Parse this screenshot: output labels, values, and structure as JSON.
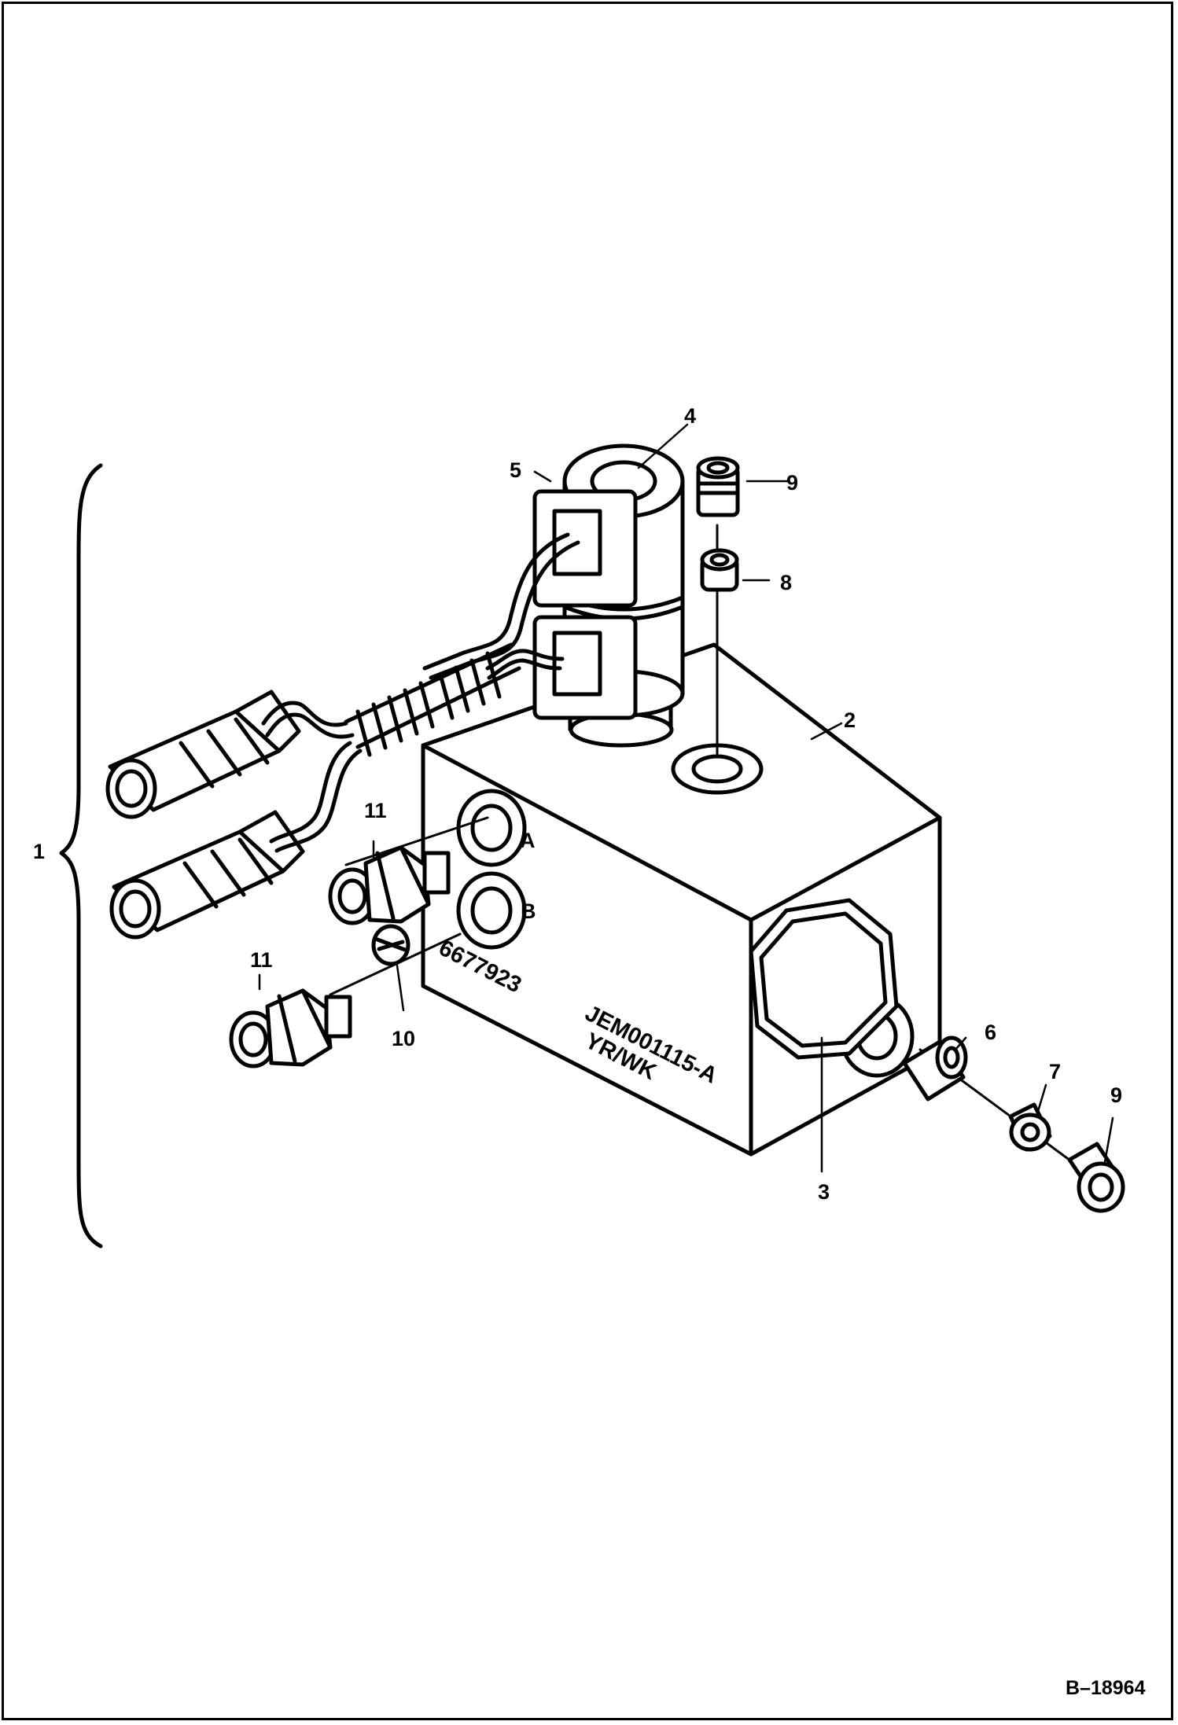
{
  "callouts": {
    "c1": "1",
    "c2": "2",
    "c3": "3",
    "c4": "4",
    "c5": "5",
    "c6": "6",
    "c7": "7",
    "c8": "8",
    "c9_top": "9",
    "c9_right": "9",
    "c10": "10",
    "c11_upper": "11",
    "c11_lower": "11"
  },
  "ports": {
    "a": "A",
    "b": "B"
  },
  "stamps": {
    "part_number": "6677923",
    "code_line1": "JEM001115-A",
    "code_line2": "YR/WK"
  },
  "figure_id": "B–18964"
}
